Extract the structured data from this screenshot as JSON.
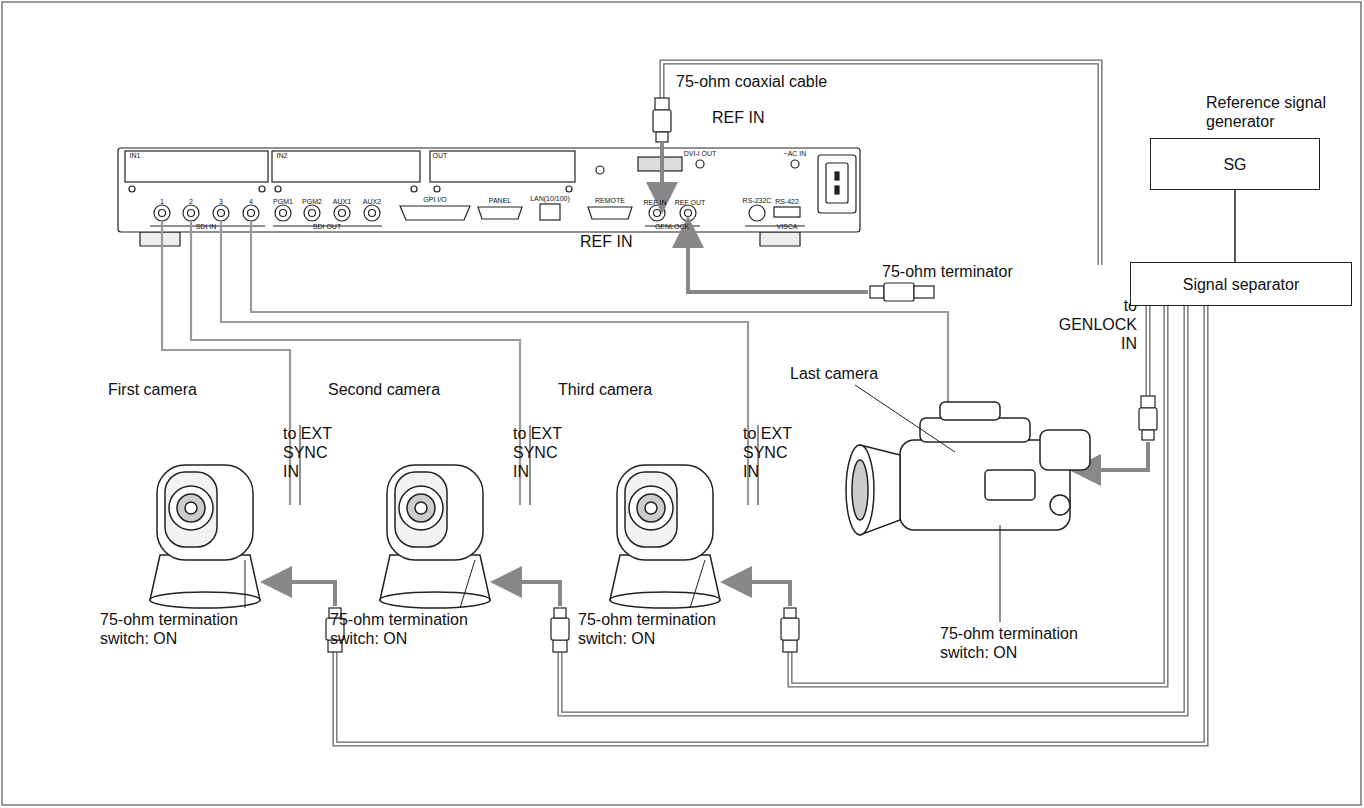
{
  "diagram": {
    "nodes": [
      {
        "text": [
          "Reference signal generator",
          "SG"
        ]
      },
      {
        "text": [
          "Signal separator"
        ]
      }
    ],
    "edges": [
      {
        "from": 0,
        "to": 1,
        "arrow": "none"
      }
    ],
    "labels": [
      "75-ohm coaxial cable",
      "REF IN",
      "REF IN",
      "75-ohm terminator",
      "First camera",
      "Second camera",
      "Third camera",
      "Last camera",
      "to GENLOCK IN",
      "to EXT SYNC IN",
      "to EXT SYNC IN",
      "to EXT SYNC IN",
      "75-ohm termination switch: ON",
      "75-ohm termination switch: ON",
      "75-ohm termination switch: ON",
      "75-ohm termination switch: ON",
      "IN1",
      "IN2",
      "OUT",
      "1",
      "2",
      "3",
      "4",
      "SDI IN",
      "PGM1",
      "PGM2",
      "AUX1",
      "AUX2",
      "SDI OUT",
      "GPI I/O",
      "PANEL",
      "LAN(10/100)",
      "REMOTE",
      "DVI-I OUT",
      "REF IN",
      "REF OUT",
      "GENLOCK",
      "RS-232C",
      "RS-422",
      "VISCA",
      "~AC IN"
    ]
  }
}
